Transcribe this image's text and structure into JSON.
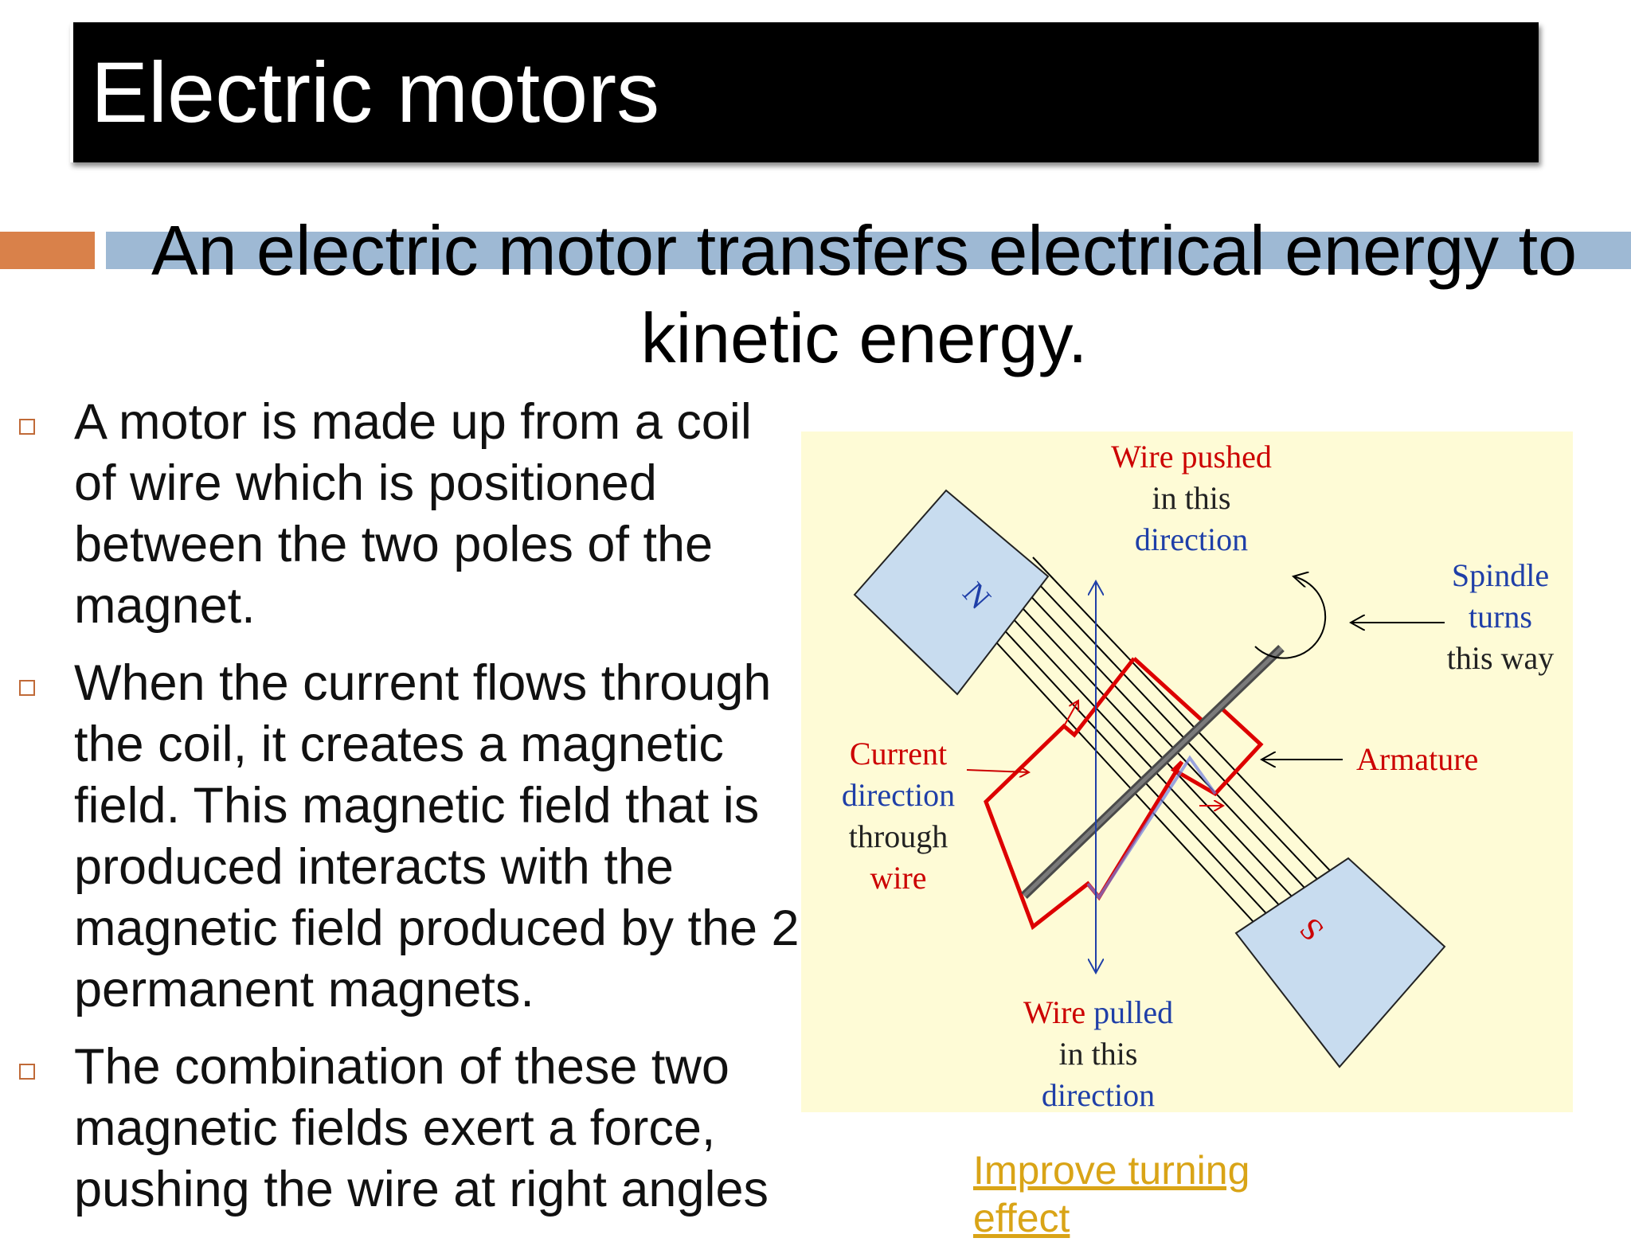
{
  "title": "Electric motors",
  "subtitle": "An electric motor transfers electrical energy to kinetic energy.",
  "bullets": [
    "A motor is made up from a coil of wire which is positioned between the two poles of the magnet.",
    "When the current flows through the coil, it creates a magnetic field. This magnetic field that is produced interacts with the magnetic field produced by the 2 permanent magnets.",
    "The combination of these two magnetic fields exert a force, pushing the wire at right angles"
  ],
  "diagram": {
    "magnet_north": "N",
    "magnet_south": "S",
    "label_top_1": "Wire pushed",
    "label_top_2": "in this",
    "label_top_3": "direction",
    "label_spindle_1": "Spindle",
    "label_spindle_2": "turns",
    "label_spindle_3": "this way",
    "label_armature": "Armature",
    "label_current_1": "Current",
    "label_current_2": "direction",
    "label_current_3": "through",
    "label_current_4": "wire",
    "label_bottom_1a": "Wire",
    "label_bottom_1b": " pulled",
    "label_bottom_2": "in this",
    "label_bottom_3": "direction"
  },
  "link": "Improve turning effect",
  "colors": {
    "accent_orange": "#d9814a",
    "accent_blue": "#9eb9d4",
    "diagram_bg": "#fefbd6",
    "magnet": "#c8dcef",
    "label_red": "#cc0000",
    "label_blue": "#1f3fa8",
    "link": "#d9a417"
  }
}
